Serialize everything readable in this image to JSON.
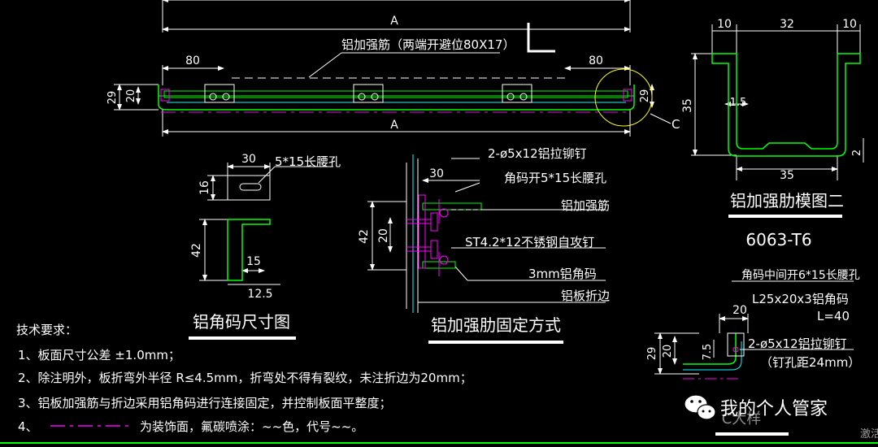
{
  "colors": {
    "background": "#000000",
    "dimension": "#ffffff",
    "part": "#00ff00",
    "fastener": "#ff00ff",
    "hatch": "#00ffff",
    "detail_circle": "#ffff00",
    "title_underline": "#ffffff"
  },
  "main_view": {
    "dim_A_top": "A",
    "dim_A_bottom": "A",
    "dim_80_left": "80",
    "dim_80_right": "80",
    "dim_29_left": "29",
    "dim_20_left": "20",
    "dim_29_right": "29",
    "stiffener_note": "铝加强筋（两端开避位80X17）",
    "section_letter": "L",
    "detail_label": "C"
  },
  "stiffener_profile": {
    "dim_10_left": "10",
    "dim_32": "32",
    "dim_10_right": "10",
    "dim_35_height": "35",
    "dim_1_5": "1.5",
    "dim_2": "2",
    "dim_35_bottom": "35",
    "title": "铝加强肋模图二",
    "alloy": "6063-T6"
  },
  "angle_bracket": {
    "dim_30": "30",
    "slot_label": "5*15长腰孔",
    "dim_16": "16",
    "dim_42": "42",
    "dim_15": "15",
    "dim_12_5": "12.5",
    "title": "铝角码尺寸图"
  },
  "fixing_method": {
    "rivet_note": "2-ø5x12铝拉铆钉",
    "dim_30": "30",
    "slot_note": "角码开5*15长腰孔",
    "stiffener_note": "铝加强筋",
    "dim_42": "42",
    "dim_20": "20",
    "screw_note": "ST4.2*12不锈钢自攻钉",
    "bracket_note": "3mm铝角码",
    "flange_note": "铝板折边",
    "title": "铝加强肋固定方式"
  },
  "detail_c": {
    "slot_note": "角码中间开6*15长腰孔",
    "dim_20": "20",
    "bracket_spec": "L25x20x3铝角码",
    "bracket_length": "L=40",
    "dim_29": "29",
    "dim_20_v": "20",
    "dim_7_5": "7.5",
    "rivet_note": "2-ø5x12铝拉铆钉",
    "rivet_pitch": "（钉孔距24mm）",
    "title_fragment": "C大样"
  },
  "tech_requirements": {
    "heading": "技术要求：",
    "item1": "1、板面尺寸公差 ±1.0mm；",
    "item2": "2、除注明外，板折弯外半径 R≤4.5mm，折弯处不得有裂纹，未注折边为20mm；",
    "item3": "3、铝板加强筋与折边采用铝角码进行连接固定，并控制板面平整度；",
    "item4_prefix": "4、",
    "item4_text": "为装饰面，氟碳喷涂：~~色，代号~~。"
  },
  "watermark": {
    "text": "我的个人管家",
    "corner_text": "激活"
  }
}
